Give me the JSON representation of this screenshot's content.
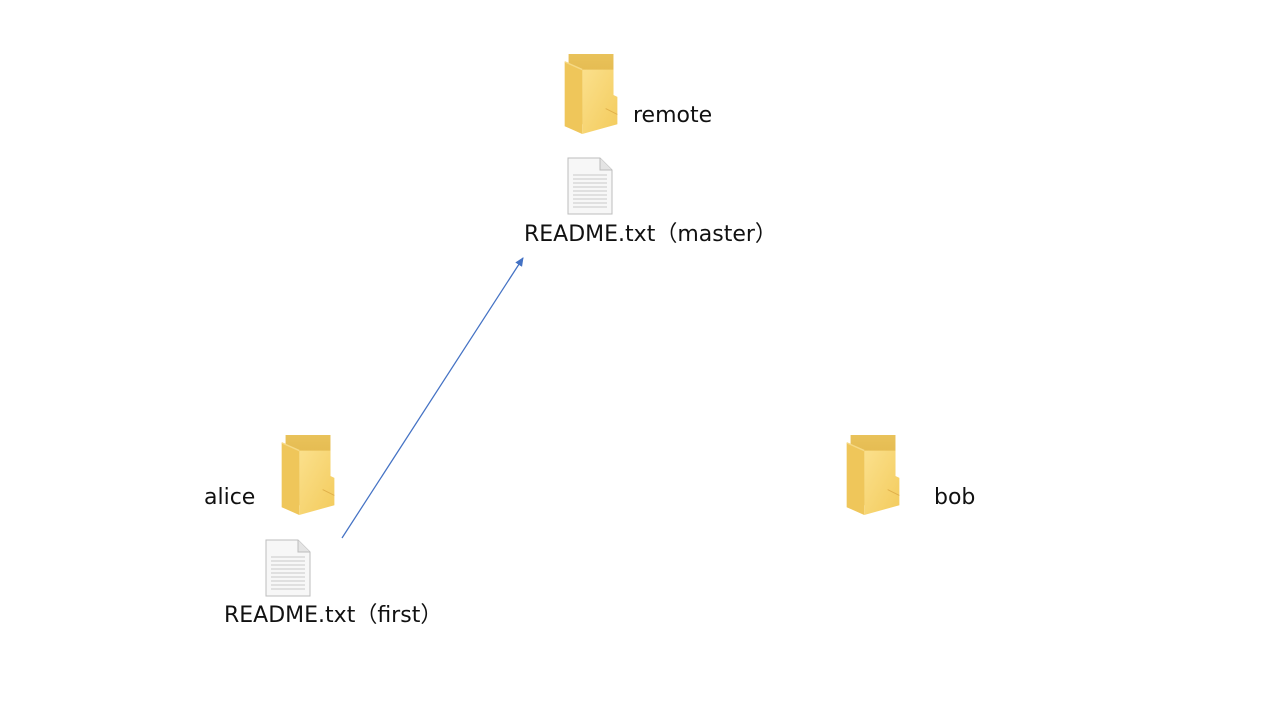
{
  "remote": {
    "folder_label": "remote",
    "file_label": "README.txt（master）"
  },
  "alice": {
    "folder_label": "alice",
    "file_label": "README.txt（first）"
  },
  "bob": {
    "folder_label": "bob"
  },
  "icons": {
    "folder": "folder-icon",
    "file": "text-file-icon"
  },
  "colors": {
    "folder_back": "#e5b94b",
    "folder_front": "#f8d775",
    "arrow": "#4472c4"
  }
}
